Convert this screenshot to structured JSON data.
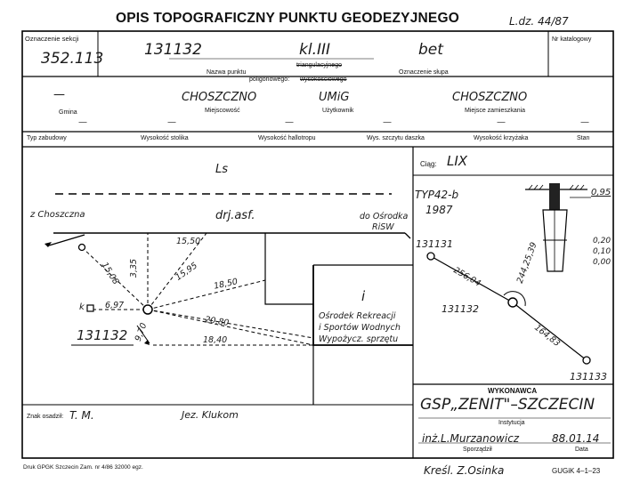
{
  "header": {
    "title": "OPIS TOPOGRAFICZNY PUNKTU GEODEZYJNEGO",
    "ldz_label": "L.dz.",
    "ldz_value": "44/87"
  },
  "row1": {
    "oznaczenie_sekcji_label": "Oznaczenie sekcji",
    "oznaczenie_sekcji_value": "352.113",
    "nazwa_value": "131132",
    "klasa_value": "kl.III",
    "slup_value": "bet",
    "nazwa_label": "Nazwa punktu",
    "triang_label": "triangulacyjnego",
    "polig_label": "poligonowego:",
    "wysok_label": "wysokościowego",
    "slup_label": "Oznaczenie słupa",
    "nr_kat_label": "Nr katalogowy"
  },
  "row2": {
    "gmina_label": "Gmina",
    "gmina_value": "—",
    "miejscowosc_label": "Miejscowość",
    "miejscowosc_value": "CHOSZCZNO",
    "uzytkownik_label": "Użytkownik",
    "uzytkownik_value": "UMiG",
    "zamieszkania_label": "Miejsce zamieszkania",
    "zamieszkania_value": "CHOSZCZNO"
  },
  "row3": {
    "labels": [
      "Typ zabudowy",
      "Wysokość stolika",
      "Wysokość hallotropu",
      "Wys. szczytu daszka",
      "Wysokość krzyżaka",
      "Stan"
    ],
    "values": [
      "—",
      "—",
      "—",
      "—",
      "—",
      "—"
    ]
  },
  "sketch": {
    "ls": "Ls",
    "from": "z Choszczna",
    "road": "drj.asf.",
    "to_line1": "do Ośrodka",
    "to_line2": "RiSW",
    "d1": "15,50",
    "d2": "15,08",
    "d3": "3,35",
    "d4": "15,95",
    "d5": "18,50",
    "d6": "6,97",
    "d7": "20,80",
    "d8": "18,40",
    "d9": "9,70",
    "k": "k",
    "point": "131132",
    "i": "i",
    "b1": "Ośrodek Rekreacji",
    "b2": "i Sportów Wodnych",
    "b3": "Wypożycz. sprzętu"
  },
  "ciag": {
    "label": "Ciąg:",
    "value": "LIX",
    "typ": "TYP42-b",
    "year": "1987",
    "h1": "0,95",
    "h2": "0,20",
    "h3": "0,10",
    "h4": "0,00",
    "p1": "131131",
    "p2": "131132",
    "p3": "131133",
    "dist1": "256,04",
    "dist2": "164,83",
    "angle": "244,25,39"
  },
  "wykonawca": {
    "label": "WYKONAWCA",
    "value": "GSP„ZENIT\"–SZCZECIN",
    "inst_label": "Instytucja",
    "sporzadzil_value": "inż.L.Murzanowicz",
    "data_value": "88.01.14",
    "sporzadzil_label": "Sporządził",
    "data_label": "Data"
  },
  "bottom": {
    "znak_label": "Znak osadził:",
    "znak_value": "T. M.",
    "jez": "Jez. Klukom",
    "druk": "Druk GPGK Szczecin Zam. nr 4/86  32000 egz.",
    "kresl": "Kreśl. Z.Osinka",
    "gugik": "GUGiK 4–1–23"
  }
}
